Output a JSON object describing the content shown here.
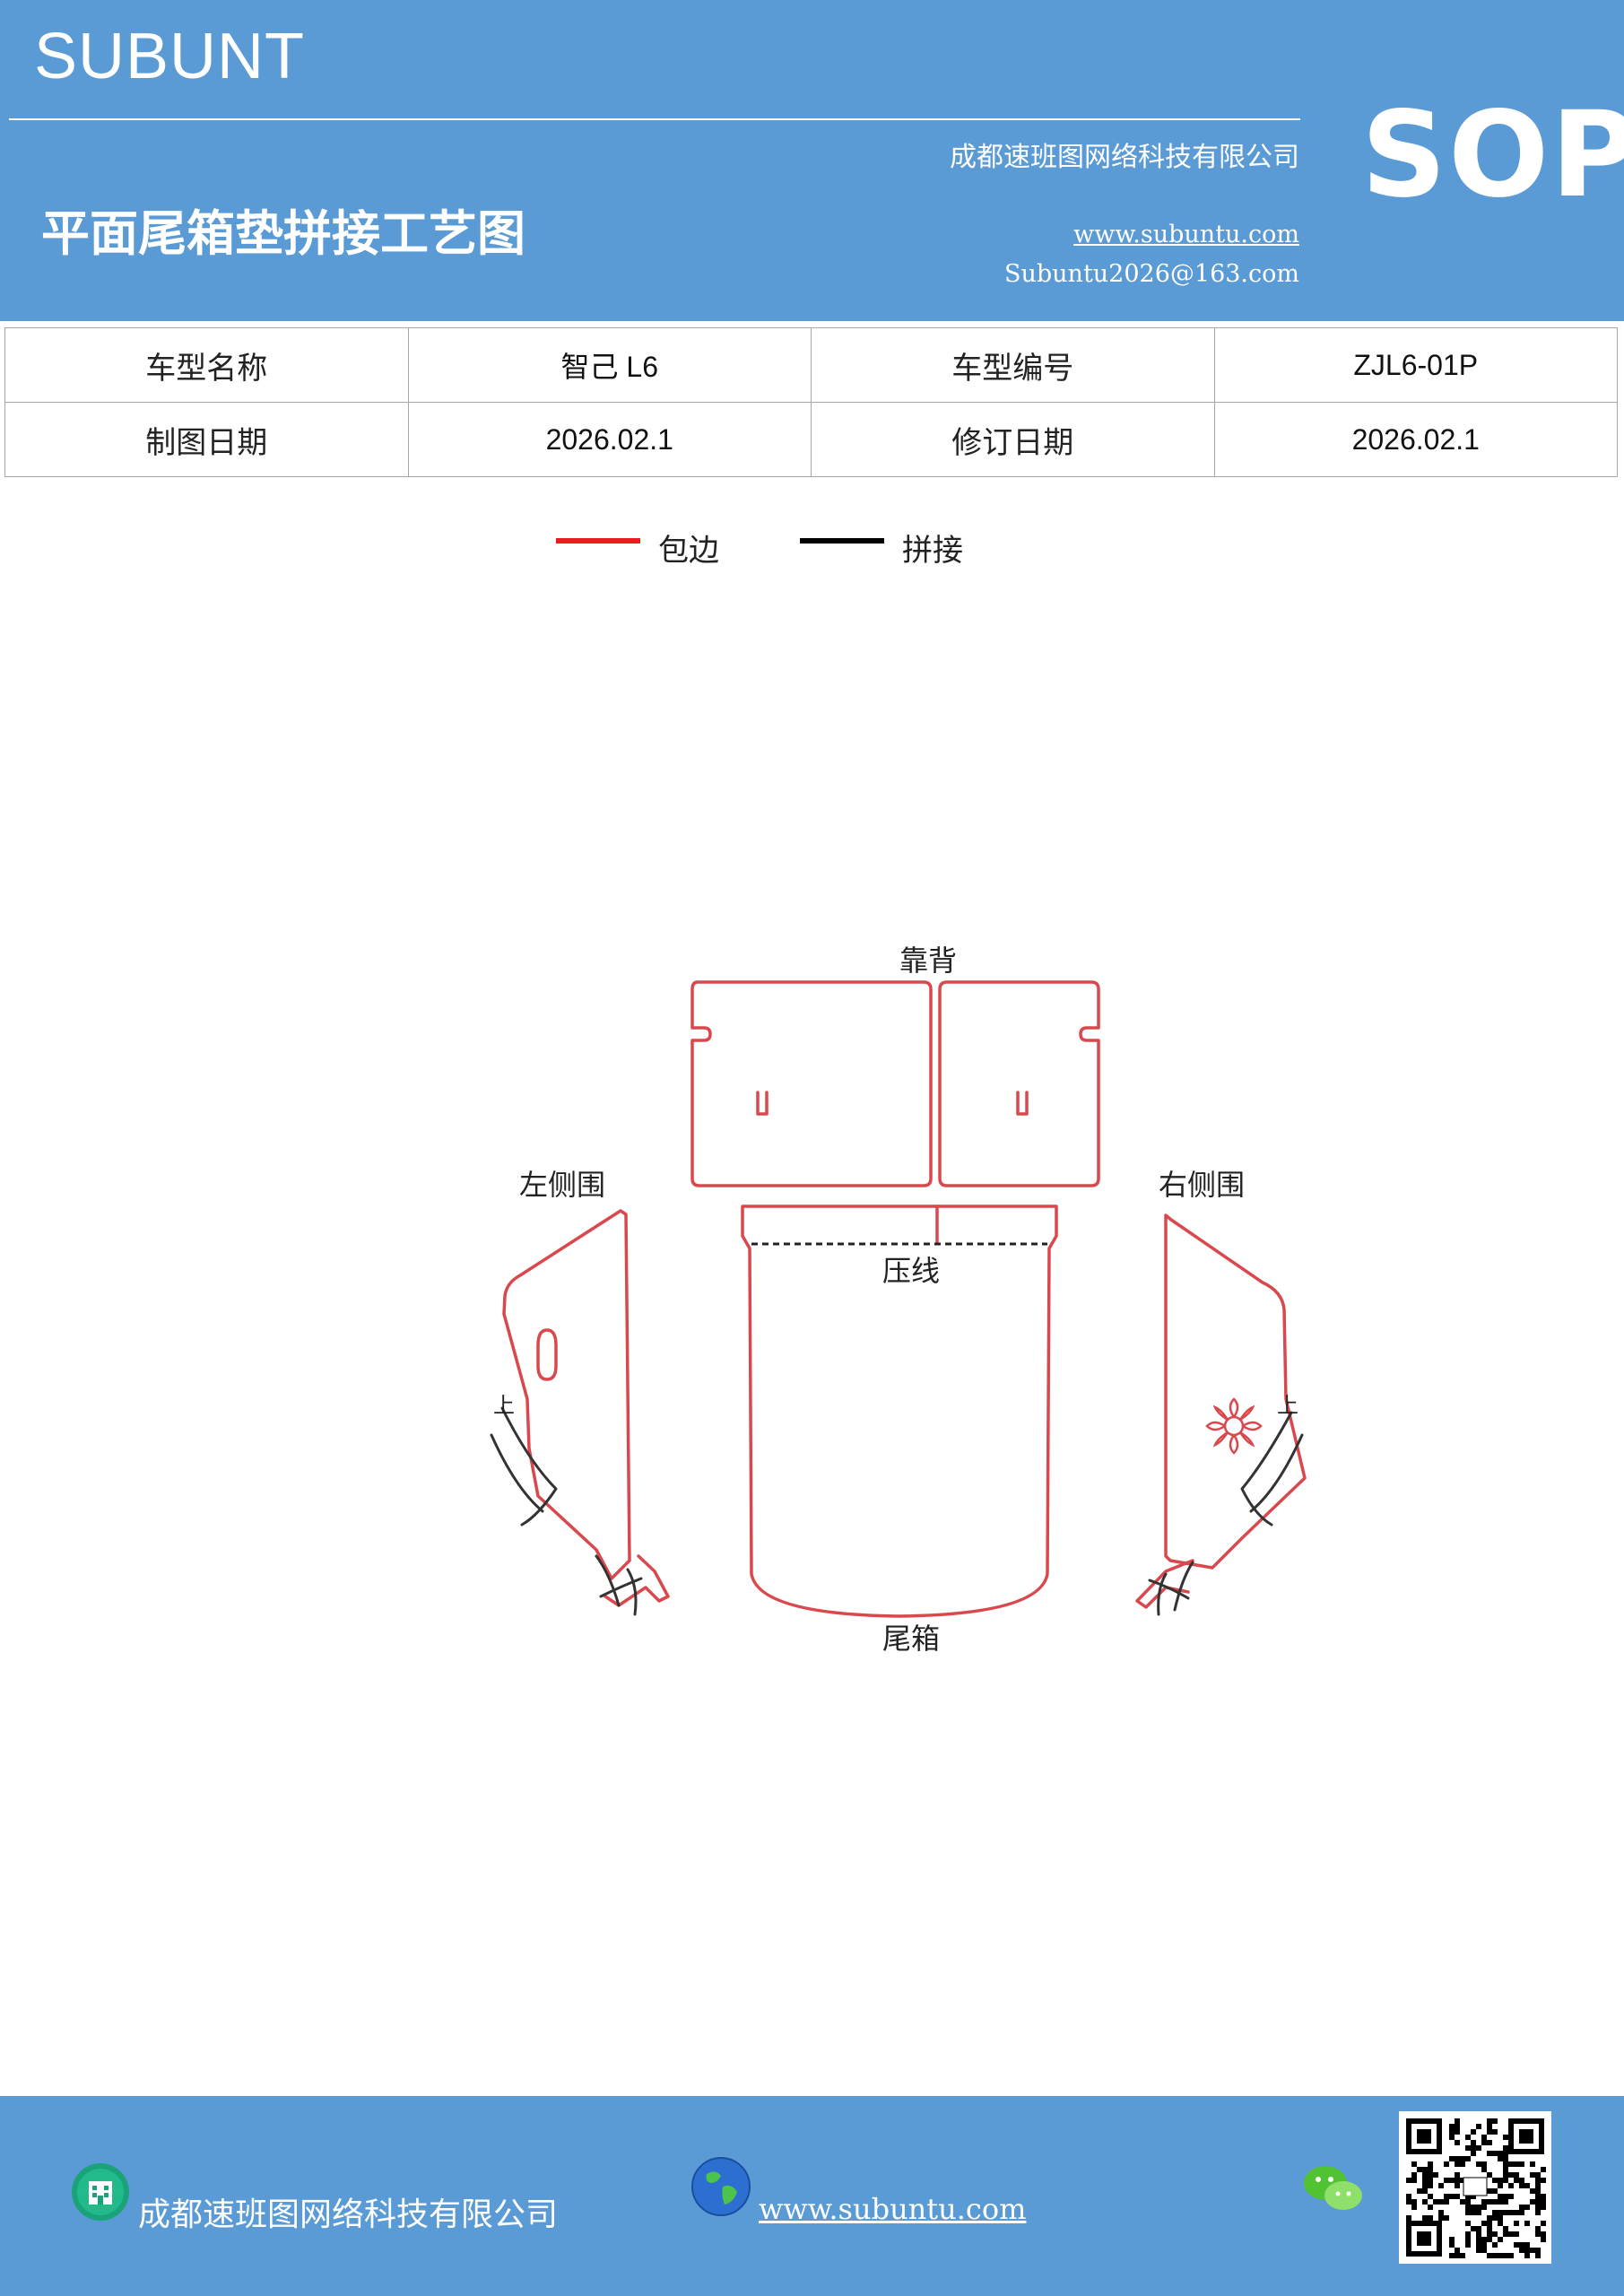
{
  "header": {
    "brand": "SUBUNT",
    "company": "成都速班图网络科技有限公司",
    "title": "平面尾箱垫拼接工艺图",
    "website": "www.subuntu.com",
    "email": "Subuntu2026@163.com",
    "badge": "SOP",
    "background_color": "#5b9bd5"
  },
  "info_table": {
    "rows": [
      [
        "车型名称",
        "智己 L6",
        "车型编号",
        "ZJL6-01P"
      ],
      [
        "制图日期",
        "2026.02.1",
        "修订日期",
        "2026.02.1"
      ]
    ]
  },
  "legend": [
    {
      "label": "包边",
      "color": "#ee1c1c"
    },
    {
      "label": "拼接",
      "color": "#000000"
    }
  ],
  "diagram": {
    "labels": {
      "backrest": "靠背",
      "left_side": "左侧围",
      "right_side": "右侧围",
      "crease": "压线",
      "trunk": "尾箱",
      "left_mark": "上",
      "right_mark": "上"
    },
    "outline_color": "#d9484d",
    "seam_color": "#333333"
  },
  "footer": {
    "company": "成都速班图网络科技有限公司",
    "website": "www.subuntu.com",
    "icons": [
      "building-icon",
      "globe-icon",
      "wechat-icon",
      "qr-code"
    ]
  }
}
